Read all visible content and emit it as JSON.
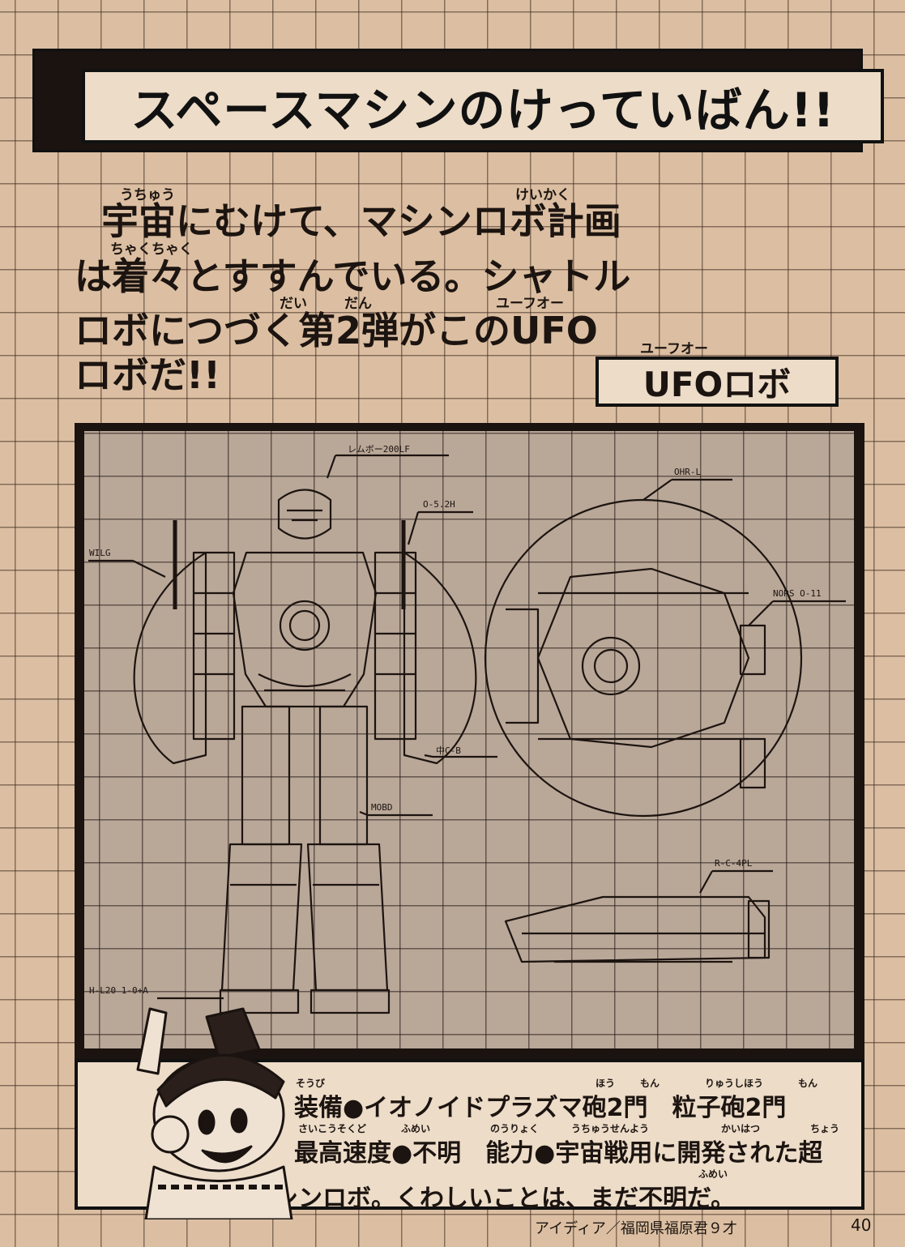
{
  "title": "スペースマシンのけっていばん!!",
  "intro": {
    "line1": "宇宙にむけて、マシンロボ計画",
    "line2": "は着々とすすんでいる。シャトル",
    "line3": "ロボにつづく第2弾がこのUFO",
    "line4": "ロボだ!!",
    "ruby_uchuu": "うちゅう",
    "ruby_keikaku": "けいかく",
    "ruby_chakuchaku": "ちゃくちゃく",
    "ruby_dai": "だい",
    "ruby_dan": "だん",
    "ruby_ufo": "ユーフオー"
  },
  "robot_name": {
    "label": "UFOロボ",
    "ruby": "ユーフオー"
  },
  "blueprint_labels": {
    "head": "レムボー200LF",
    "antenna": "O-5.2H",
    "wing": "WILG",
    "disc_top": "OHR-L",
    "thruster": "NORS O-11",
    "mid": "中C-B",
    "leg": "MOBD",
    "side_view": "R-C-4PL",
    "foot": "H-L20 1-0+A"
  },
  "specs": {
    "line1": "装備●イオノイドプラズマ砲2門　粒子砲2門",
    "line2": "最高速度●不明　能力●宇宙戦用に開発された超",
    "line3": "マシンロボ。くわしいことは、まだ不明だ。",
    "ruby_soubi": "そうび",
    "ruby_hou": "ほう",
    "ruby_mon1": "もん",
    "ruby_ryuushihou": "りゅうしほう",
    "ruby_mon2": "もん",
    "ruby_saikousokudo": "さいこうそくど",
    "ruby_fumei1": "ふめい",
    "ruby_nouryoku": "のうりょく",
    "ruby_uchuusenyou": "うちゅうせんよう",
    "ruby_kaihatsu": "かいはつ",
    "ruby_chou": "ちょう",
    "ruby_fumei2": "ふめい"
  },
  "credit": "アイディア／福岡県福原君９才",
  "page_number": "40"
}
